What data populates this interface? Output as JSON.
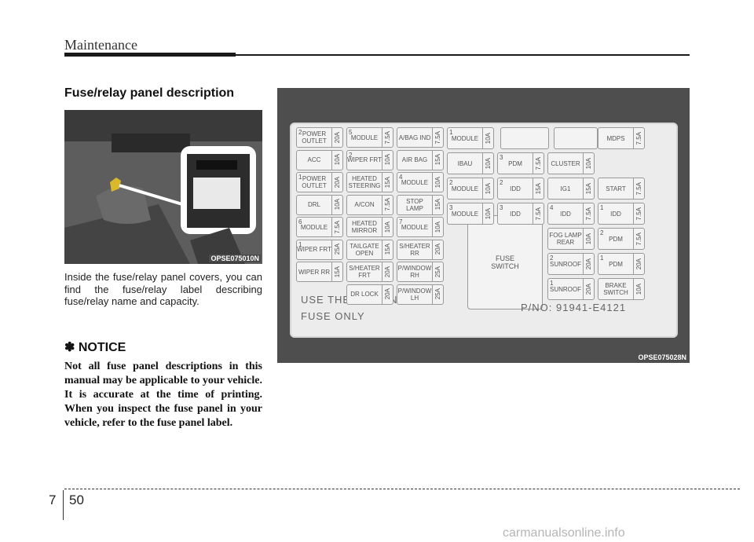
{
  "header": {
    "title": "Maintenance"
  },
  "section_title": "Fuse/relay panel description",
  "photo": {
    "code": "OPSE075010N"
  },
  "body_text": "Inside the fuse/relay panel covers, you can find the fuse/relay label describing fuse/relay name and capacity.",
  "notice": {
    "title": "✽ NOTICE",
    "body": "Not all fuse panel descriptions in this manual may be applicable to your vehicle. It is accurate at the time of printing. When you inspect the fuse panel in your vehicle, refer to the fuse panel label."
  },
  "diagram": {
    "code": "OPSE075028N",
    "fuse_switch": "FUSE SWITCH",
    "designated_line1": "USE THE DESIGNATED",
    "designated_line2": "FUSE ONLY",
    "part_no": "P/NO: 91941-E4121",
    "fuses": [
      {
        "num": "2",
        "name": "POWER OUTLET",
        "amp": "20A"
      },
      {
        "num": "",
        "name": "ACC",
        "amp": "10A"
      },
      {
        "num": "1",
        "name": "POWER OUTLET",
        "amp": "20A"
      },
      {
        "num": "",
        "name": "DRL",
        "amp": "10A"
      },
      {
        "num": "6",
        "name": "MODULE",
        "amp": "7.5A"
      },
      {
        "num": "1",
        "name": "WIPER FRT",
        "amp": "25A"
      },
      {
        "num": "",
        "name": "WIPER RR",
        "amp": "15A"
      },
      {
        "num": "5",
        "name": "MODULE",
        "amp": "7.5A"
      },
      {
        "num": "2",
        "name": "WIPER FRT",
        "amp": "10A"
      },
      {
        "num": "",
        "name": "HEATED STEERING",
        "amp": "15A"
      },
      {
        "num": "",
        "name": "A/CON",
        "amp": "7.5A"
      },
      {
        "num": "",
        "name": "HEATED MIRROR",
        "amp": "10A"
      },
      {
        "num": "",
        "name": "TAILGATE OPEN",
        "amp": "15A"
      },
      {
        "num": "",
        "name": "S/HEATER FRT",
        "amp": "20A"
      },
      {
        "num": "",
        "name": "DR LOCK",
        "amp": "20A"
      },
      {
        "num": "",
        "name": "A/BAG IND",
        "amp": "7.5A"
      },
      {
        "num": "",
        "name": "AIR BAG",
        "amp": "15A"
      },
      {
        "num": "4",
        "name": "MODULE",
        "amp": "10A"
      },
      {
        "num": "",
        "name": "STOP LAMP",
        "amp": "15A"
      },
      {
        "num": "7",
        "name": "MODULE",
        "amp": "10A"
      },
      {
        "num": "",
        "name": "S/HEATER RR",
        "amp": "20A"
      },
      {
        "num": "",
        "name": "P/WINDOW RH",
        "amp": "25A"
      },
      {
        "num": "",
        "name": "P/WINDOW LH",
        "amp": "25A"
      },
      {
        "num": "1",
        "name": "MODULE",
        "amp": "10A"
      },
      {
        "num": "",
        "name": "IBAU",
        "amp": "10A"
      },
      {
        "num": "2",
        "name": "MODULE",
        "amp": "10A"
      },
      {
        "num": "3",
        "name": "MODULE",
        "amp": "10A"
      },
      {
        "num": "3",
        "name": "PDM",
        "amp": "7.5A"
      },
      {
        "num": "2",
        "name": "IDD",
        "amp": "15A"
      },
      {
        "num": "3",
        "name": "IDD",
        "amp": "7.5A"
      },
      {
        "num": "",
        "name": "CLUSTER",
        "amp": "10A"
      },
      {
        "num": "",
        "name": "IG1",
        "amp": "15A"
      },
      {
        "num": "4",
        "name": "IDD",
        "amp": "7.5A"
      },
      {
        "num": "",
        "name": "FOG LAMP REAR",
        "amp": "10A"
      },
      {
        "num": "2",
        "name": "SUNROOF",
        "amp": "20A"
      },
      {
        "num": "1",
        "name": "SUNROOF",
        "amp": "20A"
      },
      {
        "num": "",
        "name": "MDPS",
        "amp": "7.5A"
      },
      {
        "num": "",
        "name": "START",
        "amp": "7.5A"
      },
      {
        "num": "1",
        "name": "IDD",
        "amp": "7.5A"
      },
      {
        "num": "2",
        "name": "PDM",
        "amp": "7.5A"
      },
      {
        "num": "1",
        "name": "PDM",
        "amp": "20A"
      },
      {
        "num": "",
        "name": "BRAKE SWITCH",
        "amp": "10A"
      }
    ]
  },
  "footer": {
    "chapter": "7",
    "page": "50",
    "watermark": "carmanualsonline.info"
  }
}
